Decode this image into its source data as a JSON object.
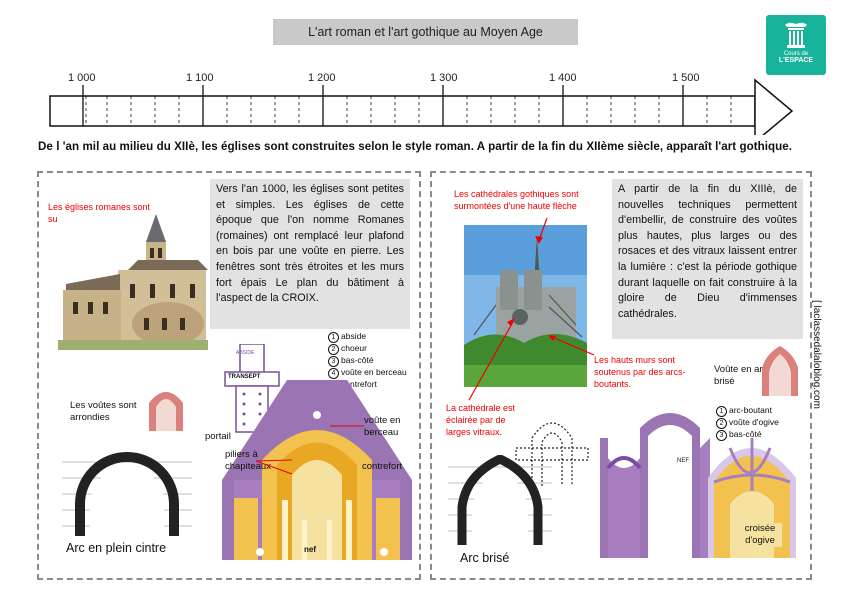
{
  "header": {
    "title": "L'art roman et l'art gothique au  Moyen Age",
    "logo_line1": "Cours de",
    "logo_line2": "L'ESPACE"
  },
  "timeline": {
    "ticks": [
      "1 000",
      "1 100",
      "1 200",
      "1 300",
      "1 400",
      "1 500"
    ]
  },
  "intro": "De l 'an mil au milieu du XIIè, les églises sont construites selon le style roman.  A partir de la fin du XIIème siècle, apparaît l'art gothique.",
  "roman": {
    "label_tower": "Les églises romanes sont surmontées d'un clocher.",
    "description": "Vers l'an 1000, les églises sont petites et simples. Les églises de cette époque que l'on nomme Romanes (romaines) ont remplacé leur plafond en bois par une voûte en pierre. Les fenêtres sont très étroites et les murs fort épais  Le plan du bâtiment à l'aspect  de la CROIX.",
    "vaults_label": "Les voûtes sont arrondies",
    "arch_caption": "Arc en plein cintre",
    "plan_abside": "ABSIDE",
    "plan_transept": "TRANSEPT",
    "portail": "portail",
    "piliers": "piliers à chapiteaux",
    "voute": "voûte en berceau",
    "contrefort": "contrefort",
    "nef": "nef",
    "legend": [
      {
        "n": "1",
        "text": "abside"
      },
      {
        "n": "2",
        "text": "choeur"
      },
      {
        "n": "3",
        "text": "bas-côté"
      },
      {
        "n": "4",
        "text": "voûte en berceau"
      },
      {
        "n": "5",
        "text": "contrefort"
      }
    ]
  },
  "gothique": {
    "label_spire": "Les cathédrales gothiques sont surmontées d'une haute flèche",
    "description": "A partir de la fin du XIIIè, de nouvelles techniques permettent d'embellir, de construire des voûtes plus hautes, plus larges ou des rosaces et des vitraux laissent entrer la lumière : c'est la période gothique durant laquelle on fait construire à la gloire de Dieu d'immenses cathédrales.",
    "walls_label": "Les hauts murs sont soutenus par des arcs-boutants.",
    "light_label": "La cathédrale est éclairée par de larges vitraux.",
    "voute_arc": "Voûte en arc brisé",
    "arch_caption": "Arc brisé",
    "nef": "NEF",
    "croisee": "croisée d'ogive",
    "legend": [
      {
        "n": "1",
        "text": "arc-boutant"
      },
      {
        "n": "2",
        "text": "voûte d'ogive"
      },
      {
        "n": "3",
        "text": "bas-côté"
      }
    ]
  },
  "side_credit": "[ laclassedalaloblog.com"
}
